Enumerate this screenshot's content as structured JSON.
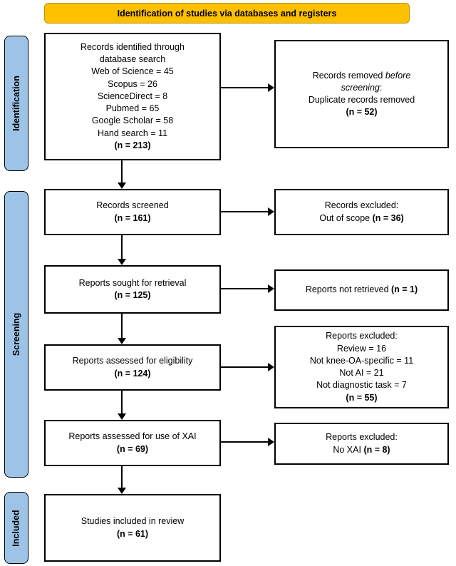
{
  "banner": {
    "label": "Identification of studies via databases and registers"
  },
  "colors": {
    "banner_bg": "#FFC000",
    "banner_border": "#BF8F00",
    "sidebar_bg": "#9DC3E6",
    "box_border": "#000000"
  },
  "sidebar": {
    "identification": "Identification",
    "screening": "Screening",
    "included": "Included"
  },
  "flow": {
    "identified": [
      [
        {
          "t": "Records identified through"
        }
      ],
      [
        {
          "t": "database search"
        }
      ],
      [
        {
          "t": "Web of Science = 45"
        }
      ],
      [
        {
          "t": "Scopus = 26"
        }
      ],
      [
        {
          "t": "ScienceDirect = 8"
        }
      ],
      [
        {
          "t": "Pubmed = 65"
        }
      ],
      [
        {
          "t": "Google Scholar = 58"
        }
      ],
      [
        {
          "t": "Hand search = 11"
        }
      ],
      [
        {
          "t": "(n = 213)",
          "b": true
        }
      ]
    ],
    "screened": [
      [
        {
          "t": "Records screened"
        }
      ],
      [
        {
          "t": "(n = 161)",
          "b": true
        }
      ]
    ],
    "sought": [
      [
        {
          "t": "Reports sought for retrieval"
        }
      ],
      [
        {
          "t": "(n = 125)",
          "b": true
        }
      ]
    ],
    "eligibility": [
      [
        {
          "t": "Reports assessed for eligibility"
        }
      ],
      [
        {
          "t": "(n = 124)",
          "b": true
        }
      ]
    ],
    "xai": [
      [
        {
          "t": "Reports assessed for use of XAI"
        }
      ],
      [
        {
          "t": "(n = 69)",
          "b": true
        }
      ]
    ],
    "included": [
      [
        {
          "t": "Studies included in review"
        }
      ],
      [
        {
          "t": "(n = 61)",
          "b": true
        }
      ]
    ]
  },
  "exclusions": {
    "removed_before_screening": [
      [
        {
          "t": "Records removed "
        },
        {
          "t": "before",
          "i": true
        }
      ],
      [
        {
          "t": "screening",
          "i": true
        },
        {
          "t": ":"
        }
      ],
      [
        {
          "t": "Duplicate records removed"
        }
      ],
      [
        {
          "t": "(n = 52)",
          "b": true
        }
      ]
    ],
    "records_excluded": [
      [
        {
          "t": "Records excluded:"
        }
      ],
      [
        {
          "t": "Out of scope "
        },
        {
          "t": "(n = 36)",
          "b": true
        }
      ]
    ],
    "not_retrieved": [
      [
        {
          "t": "Reports not retrieved "
        },
        {
          "t": "(n = 1)",
          "b": true
        }
      ]
    ],
    "reports_excluded": [
      [
        {
          "t": "Reports excluded:"
        }
      ],
      [
        {
          "t": "Review = 16"
        }
      ],
      [
        {
          "t": "Not knee-OA-specific = 11"
        }
      ],
      [
        {
          "t": "Not AI = 21"
        }
      ],
      [
        {
          "t": "Not diagnostic task = 7"
        }
      ],
      [
        {
          "t": "(n = 55)",
          "b": true
        }
      ]
    ],
    "no_xai": [
      [
        {
          "t": "Reports excluded:"
        }
      ],
      [
        {
          "t": "No XAI "
        },
        {
          "t": "(n = 8)",
          "b": true
        }
      ]
    ]
  }
}
